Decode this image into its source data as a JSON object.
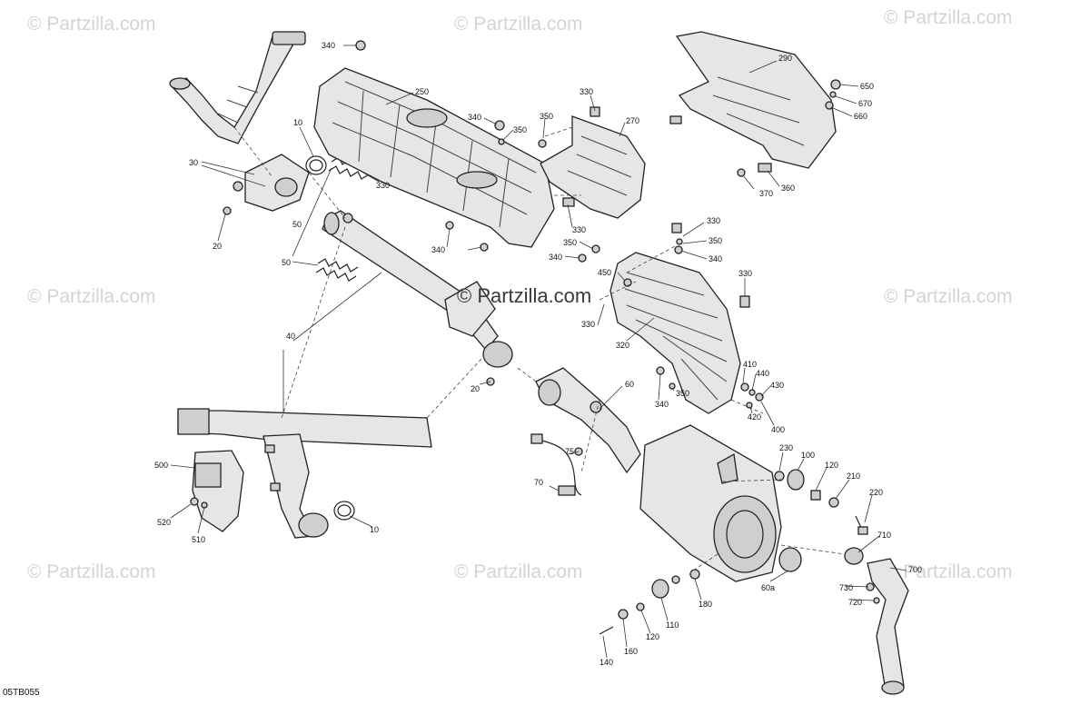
{
  "watermark_text": "© Partzilla.com",
  "diagram_code": "05TB055",
  "callouts": [
    "340",
    "250",
    "10",
    "30",
    "20",
    "330",
    "50",
    "40",
    "500",
    "520",
    "510",
    "290",
    "650",
    "670",
    "660",
    "370",
    "360",
    "270",
    "350",
    "450",
    "320",
    "410",
    "440",
    "430",
    "420",
    "400",
    "60",
    "75",
    "70",
    "230",
    "100",
    "120",
    "210",
    "220",
    "710",
    "700",
    "730",
    "720",
    "60a",
    "180",
    "110",
    "160",
    "140"
  ]
}
